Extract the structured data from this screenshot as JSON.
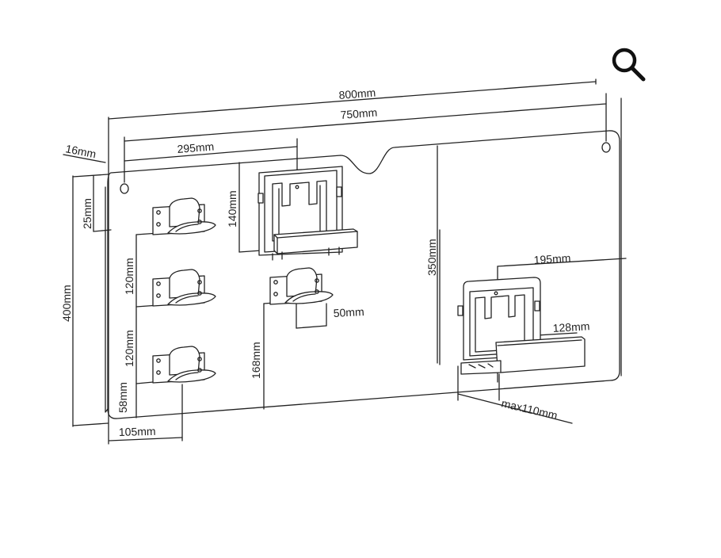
{
  "toolbar": {
    "zoom_icon": "magnifier-icon"
  },
  "diagram": {
    "colors": {
      "line": "#222222",
      "panel_fill": "#ffffff",
      "icon": "#111111"
    },
    "dimensions": {
      "total_width": "800mm",
      "hole_spacing": "750mm",
      "edge_offset": "16mm",
      "top_to_hole": "25mm",
      "total_height": "400mm",
      "holder_spacing_width": "295mm",
      "tray_height_small": "140mm",
      "hook_spacing_1": "120mm",
      "hook_spacing_2": "120mm",
      "bottom_hook_height": "58mm",
      "hook_offset": "105mm",
      "hook_depth": "50mm",
      "middle_hook_height": "168mm",
      "large_tray_height": "350mm",
      "large_tray_width": "195mm",
      "shelf_width": "128mm",
      "shelf_depth": "max110mm"
    }
  }
}
